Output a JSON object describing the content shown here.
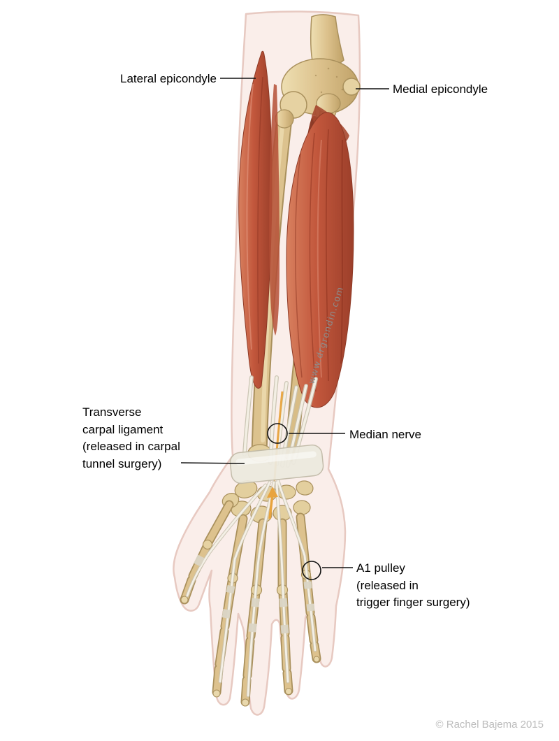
{
  "illustration": {
    "labels": {
      "lateral_epicondyle": "Lateral epicondyle",
      "medial_epicondyle": "Medial epicondyle",
      "transverse_carpal_ligament": {
        "lines": [
          "Transverse",
          "carpal ligament",
          "(released in carpal",
          "tunnel surgery)"
        ]
      },
      "median_nerve": "Median nerve",
      "a1_pulley": {
        "lines": [
          "A1 pulley",
          "(released in",
          "trigger finger surgery)"
        ]
      }
    },
    "watermark": "www.drgrondin.com",
    "credit": "© Rachel Bajema 2015",
    "colors": {
      "skin": "#faeeea",
      "skin_edge": "#e7c9c1",
      "muscle": "#c2573c",
      "muscle_dark": "#8e3a26",
      "bone": "#dcc18c",
      "bone_edge": "#a9905c",
      "tendon": "#f4f0e6",
      "ligament": "#edeadf",
      "nerve": "#e8a33d",
      "label_text": "#000000",
      "watermark_text": "#8d8d8d",
      "credit_text": "#bcbcbc",
      "annotation_line": "#111111"
    }
  }
}
